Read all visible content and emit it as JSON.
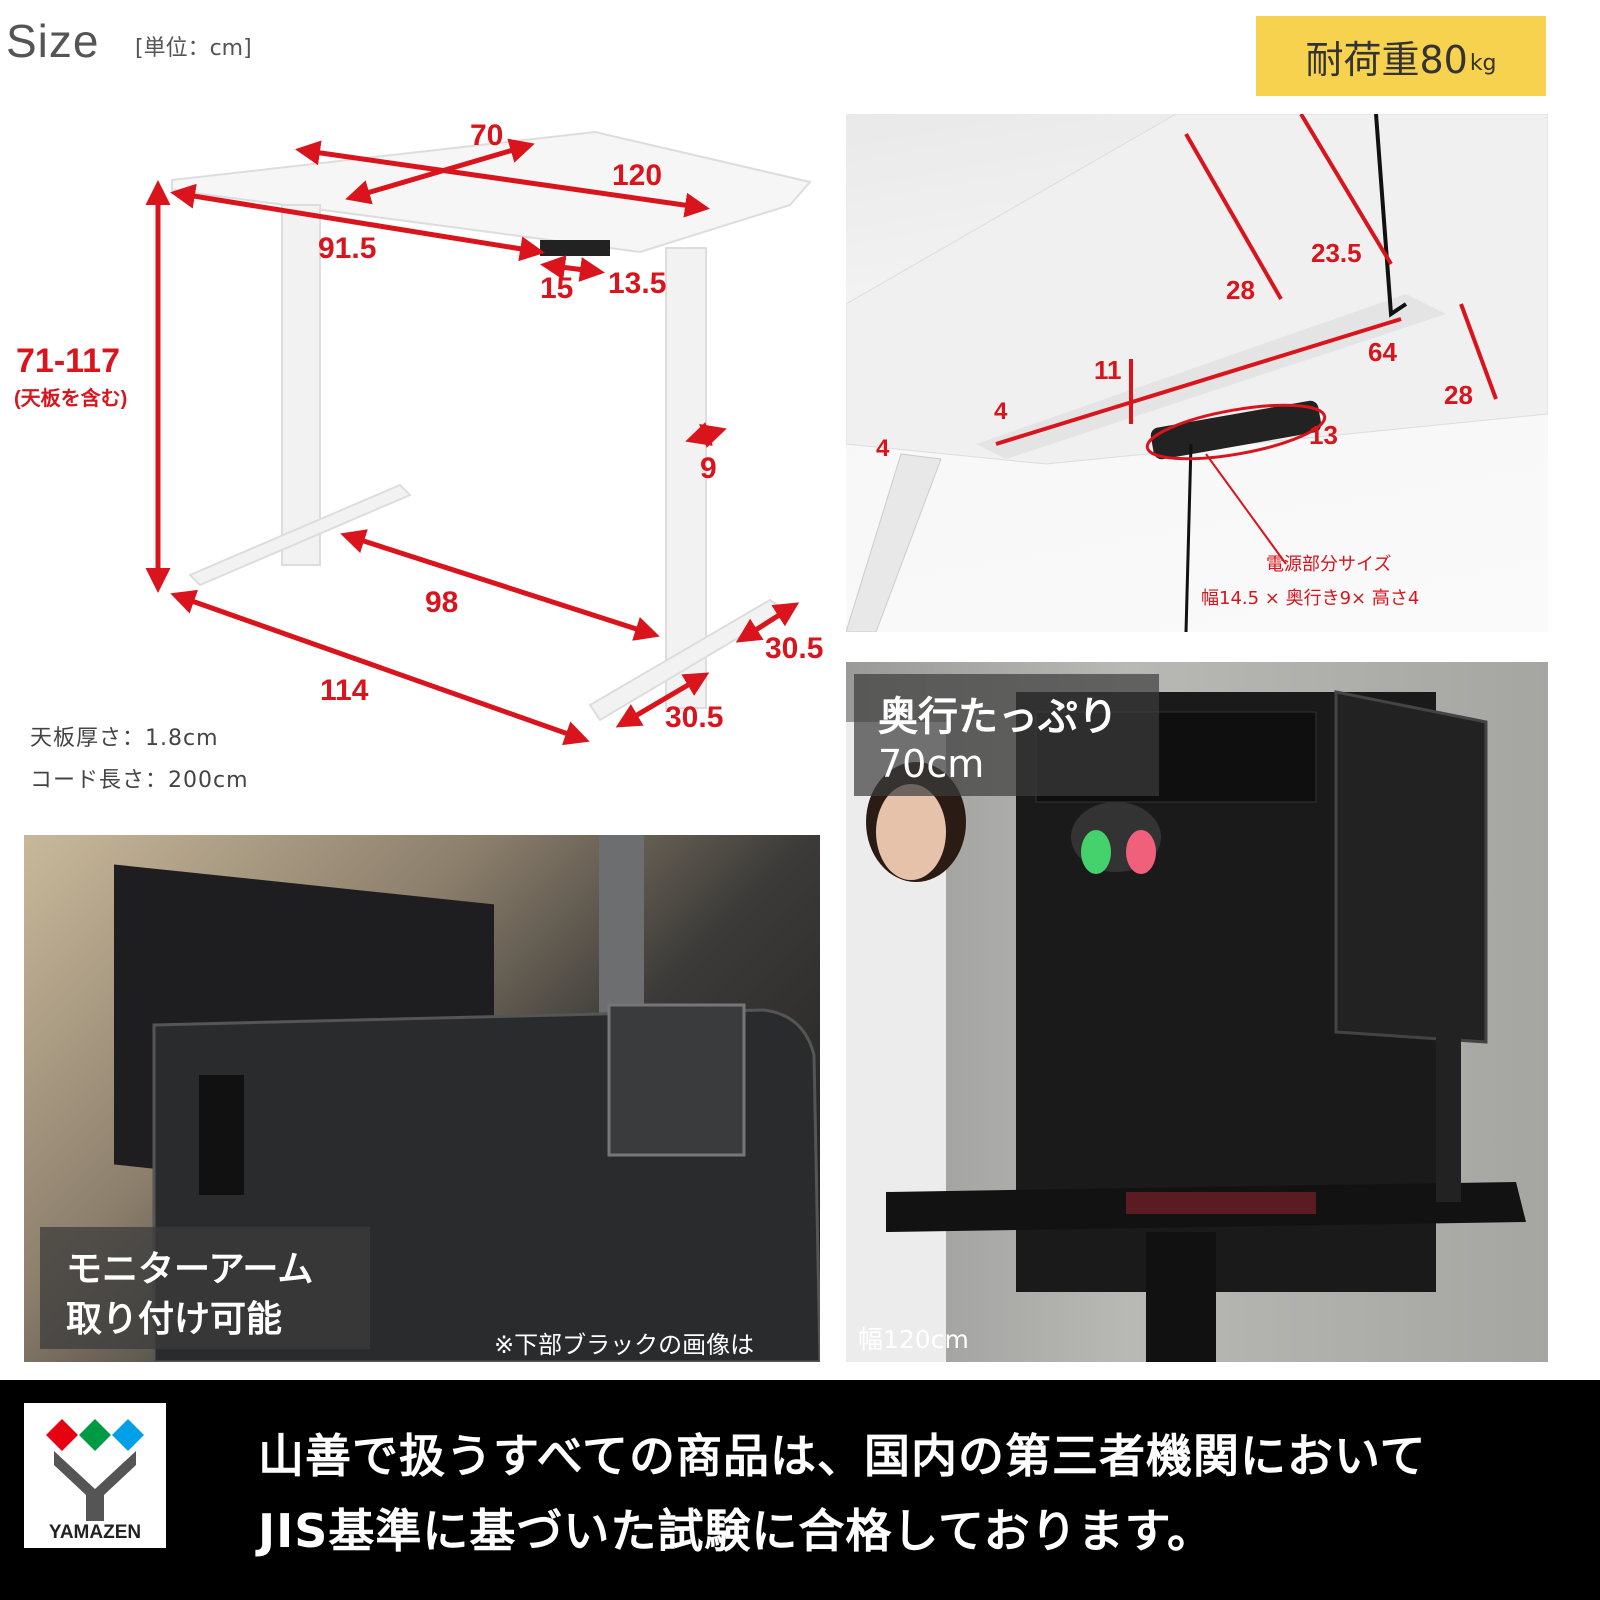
{
  "header": {
    "title": "Size",
    "unit": "[単位：cm]"
  },
  "badge": {
    "text": "耐荷重80",
    "unit": "kg",
    "color": "#f7d24f"
  },
  "diagram": {
    "depth": "70",
    "width": "120",
    "leg_span_top": "91.5",
    "controller_width": "15",
    "controller_offset": "13.5",
    "height": "71-117",
    "height_note": "(天板を含む)",
    "leg_width": "9",
    "foot_span": "98",
    "foot_depth_right": "30.5",
    "foot_depth_front": "30.5",
    "overall_foot_width": "114",
    "accent_color": "#d9141c"
  },
  "specs": [
    "天板厚さ：1.8cm",
    "コード長さ：200cm"
  ],
  "underside": {
    "labels": [
      "28",
      "23.5",
      "64",
      "28",
      "11",
      "4",
      "4",
      "13"
    ],
    "power_title": "電源部分サイズ",
    "power_size": "幅14.5 × 奥行き9× 高さ4"
  },
  "monitor_arm": {
    "caption_line1": "モニターアーム",
    "caption_line2": "取り付け可能",
    "note": "※下部ブラックの画像は"
  },
  "depth_photo": {
    "caption_line1": "奥行たっぷり",
    "caption_line2": "70cm",
    "width_note": "幅120cm"
  },
  "footer": {
    "logo": "YAMAZEN",
    "line1": "山善で扱うすべての商品は、国内の第三者機関において",
    "line2": "JIS基準に基づいた試験に合格しております。"
  }
}
